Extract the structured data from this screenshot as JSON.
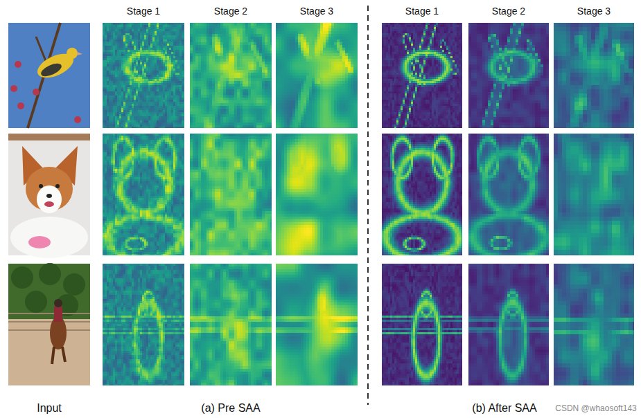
{
  "diagram": {
    "labels": [
      "Stage 1",
      "Stage 2",
      "Stage 3",
      "Stage 1",
      "Stage 2",
      "Stage 3",
      "Input",
      "(a) Pre SAA",
      "(b) After SAA",
      "CSDN @whaosoft143"
    ]
  }
}
